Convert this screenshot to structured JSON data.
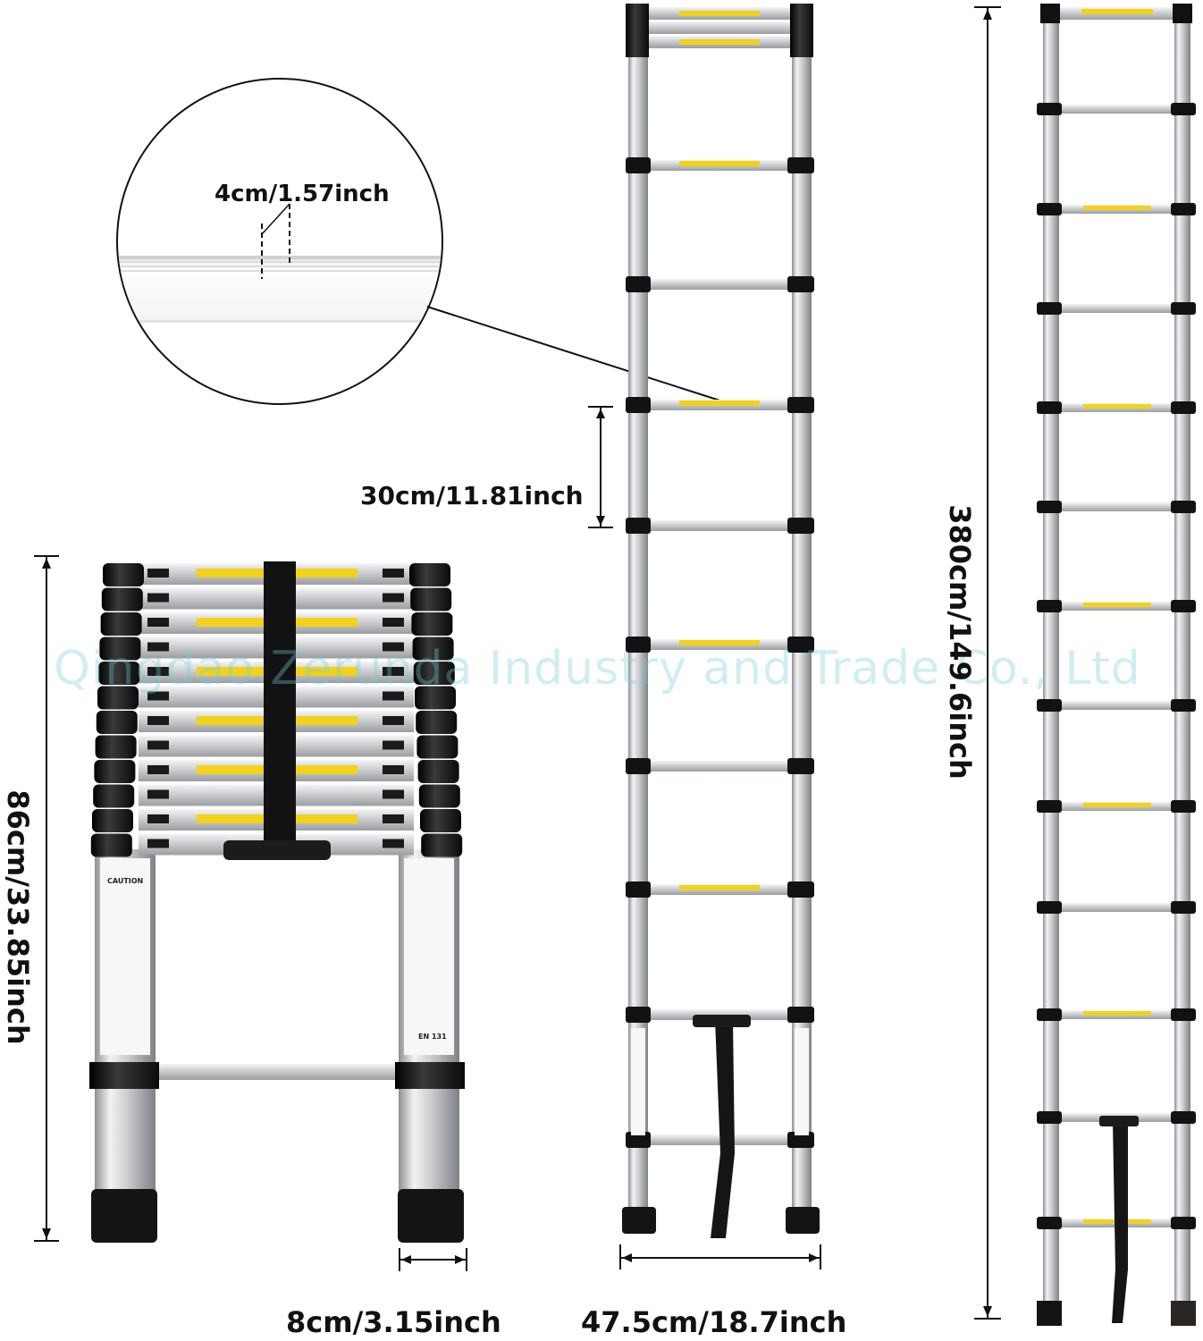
{
  "dimensions": {
    "groove_width": "4cm/1.57inch",
    "step_spacing": "30cm/11.81inch",
    "extended_height": "380cm/149.6inch",
    "folded_height": "86cm/33.85inch",
    "folded_depth": "8cm/3.15inch",
    "ladder_width": "47.5cm/18.7inch"
  },
  "labels": {
    "caution": "CAUTION",
    "standard": "EN 131"
  },
  "watermark": "Qingdao Zerunda Industry and Trade Co., Ltd",
  "colors": {
    "aluminium": "#d7d9dc",
    "rubber": "#1a1a1a",
    "warning_label": "#f2d21b",
    "watermark": "#78cdd7"
  }
}
